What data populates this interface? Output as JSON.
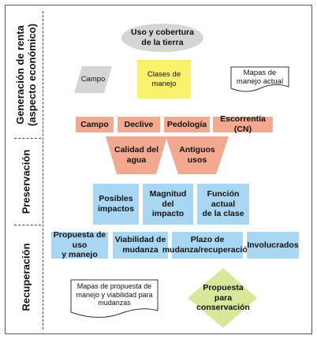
{
  "sidebar": {
    "sections": [
      {
        "label_line1": "Generación de renta",
        "label_line2": "(aspecto económico)"
      },
      {
        "label_line1": "Preservación"
      },
      {
        "label_line1": "Recuperación"
      }
    ]
  },
  "top_ellipse": {
    "line1": "Uso y cobertura",
    "line2": "de la tierra"
  },
  "campo_parallelogram": "Campo",
  "clases_de_manejo": {
    "line1": "Clases de",
    "line2": "manejo"
  },
  "mapas_manejo_actual": {
    "line1": "Mapas de",
    "line2": "manejo actual"
  },
  "salmon_row": [
    "Campo",
    "Declive",
    "Pedología",
    "Escorrentía (CN)"
  ],
  "trapezoids": [
    {
      "line1": "Calidad del",
      "line2": "agua"
    },
    {
      "line1": "Antiguos",
      "line2": "usos"
    }
  ],
  "preservation_row": [
    {
      "line1": "Posibles",
      "line2": "impactos"
    },
    {
      "line1": "Magnitud del",
      "line2": "impacto"
    },
    {
      "line1": "Función actual",
      "line2": "de la clase"
    }
  ],
  "recovery_row": [
    {
      "line1": "Propuesta de uso",
      "line2": "y manejo"
    },
    {
      "line1": "Viabilidad de",
      "line2": "mudanza"
    },
    {
      "line1": "Plazo de",
      "line2": "mudanza/recuperación"
    },
    {
      "line1": "Involucrados",
      "line2": ""
    }
  ],
  "mapas_propuesta": {
    "line1": "Mapas de propuesta de",
    "line2": "manejo y viabilidad para",
    "line3": "mudanzas"
  },
  "diamond": {
    "line1": "Propuesta para",
    "line2": "conservación"
  },
  "colors": {
    "blue": "#a9d7f3",
    "salmon": "#f2a98f",
    "yellow": "#fbf26b",
    "grey": "#d5d5d5",
    "green": "#d8e89a"
  }
}
